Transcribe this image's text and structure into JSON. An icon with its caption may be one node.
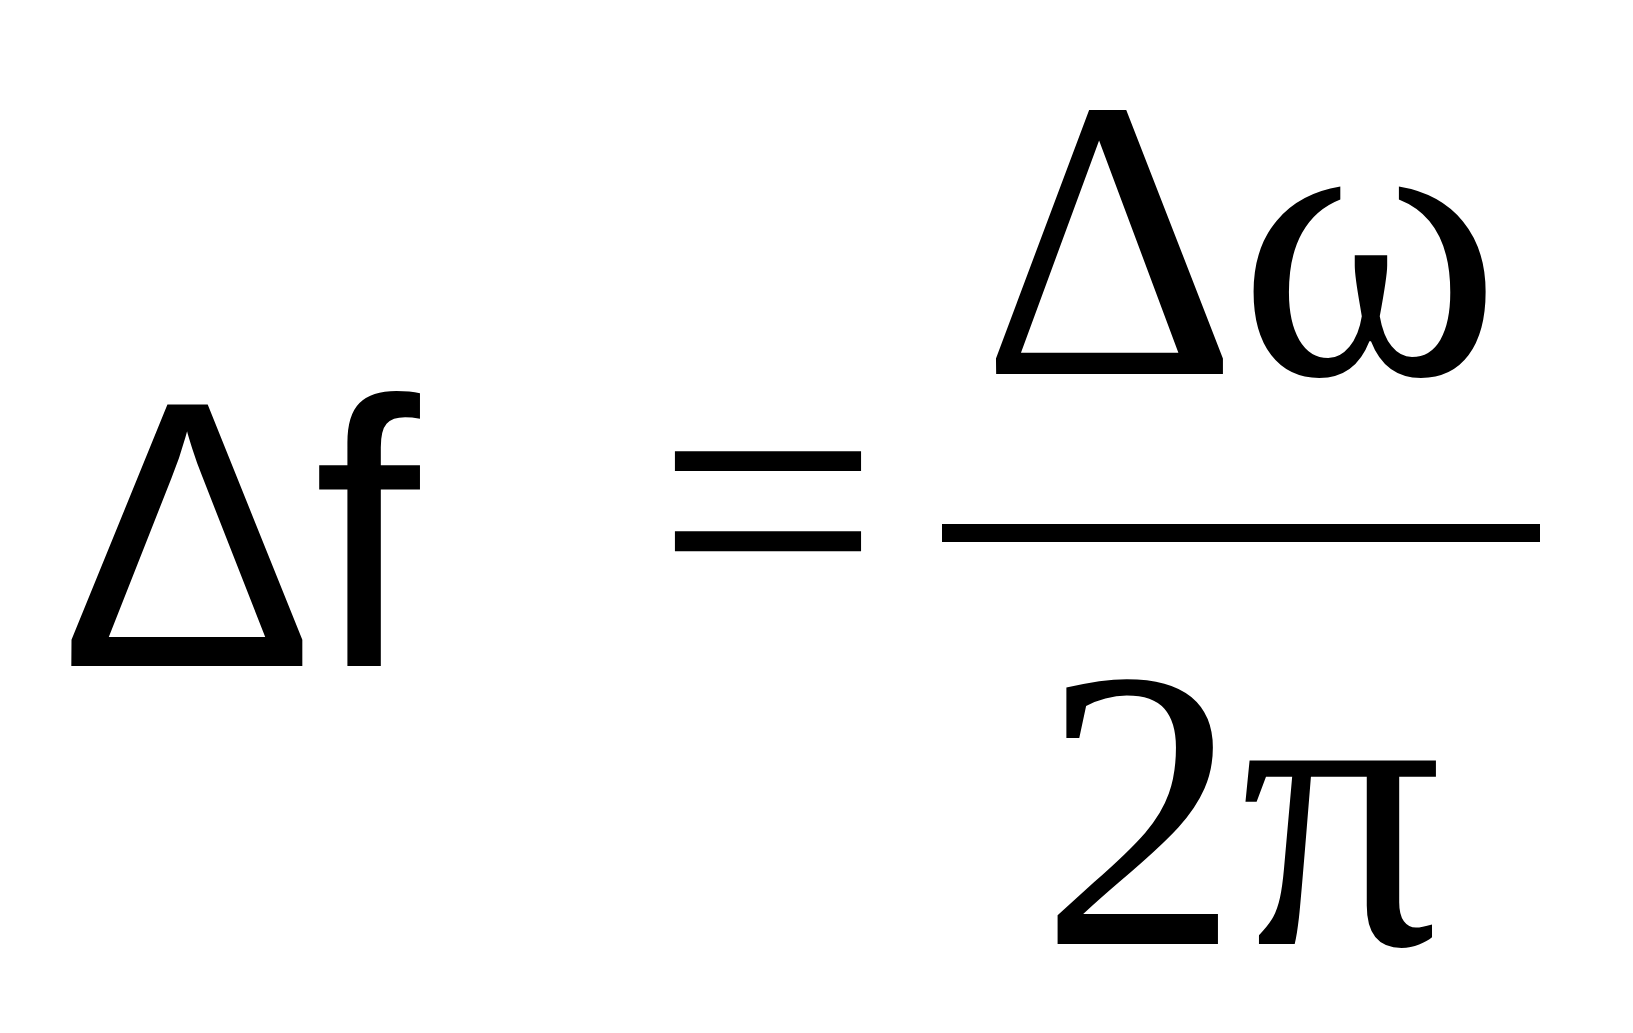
{
  "diagram": {
    "nodes": [
      {
        "text": [],
        "shape": "bar"
      }
    ],
    "labels": [
      "Δf",
      "=",
      "Δω",
      "2π"
    ]
  }
}
